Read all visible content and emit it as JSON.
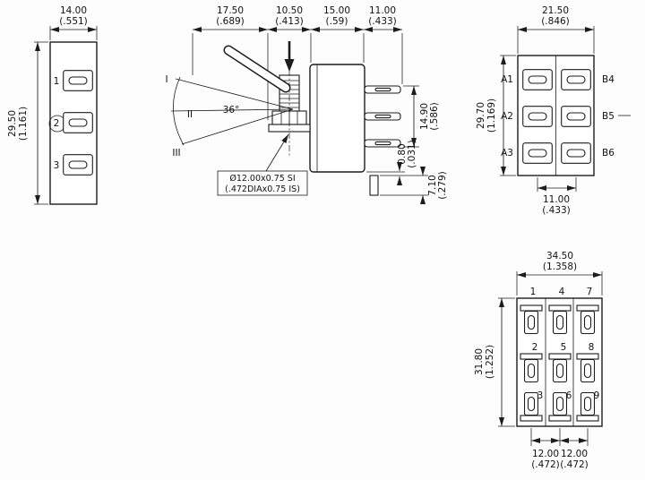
{
  "drawing": {
    "front_view": {
      "width_mm": "14.00",
      "width_in": "(.551)",
      "height_mm": "29.50",
      "height_in": "(1.161)",
      "terminals": [
        "1",
        "2",
        "3"
      ]
    },
    "side_view": {
      "lever_mm": "17.50",
      "lever_in": "(.689)",
      "bushing_mm": "10.50",
      "bushing_in": "(.413)",
      "body_mm": "15.00",
      "body_in": "(.59)",
      "terminal_mm": "11.00",
      "terminal_in": "(.433)",
      "swing_angle": "36°",
      "positions": [
        "I",
        "II",
        "III"
      ],
      "thread_note_1": "Ø12.00x0.75 SI",
      "thread_note_2": "(.472DIAx0.75 IS)",
      "height_mm": "14.90",
      "height_in": "(.586)",
      "gap_mm": "0.80",
      "gap_in": "(.031)",
      "tab_mm": "7.10",
      "tab_in": "(.279)"
    },
    "rear_view": {
      "width_mm": "21.50",
      "width_in": "(.846)",
      "height_mm": "29.70",
      "height_in": "(1.169)",
      "pitch_mm": "11.00",
      "pitch_in": "(.433)",
      "left_terminals": [
        "A1",
        "A2",
        "A3"
      ],
      "right_terminals": [
        "B4",
        "B5",
        "B6"
      ]
    },
    "bottom_view": {
      "width_mm": "34.50",
      "width_in": "(1.358)",
      "height_mm": "31.80",
      "height_in": "(1.252)",
      "pitch_left_mm": "12.00",
      "pitch_left_in": "(.472)",
      "pitch_right_mm": "12.00",
      "pitch_right_in": "(.472)",
      "terminals": [
        "1",
        "2",
        "3",
        "4",
        "5",
        "6",
        "7",
        "8",
        "9"
      ]
    }
  }
}
